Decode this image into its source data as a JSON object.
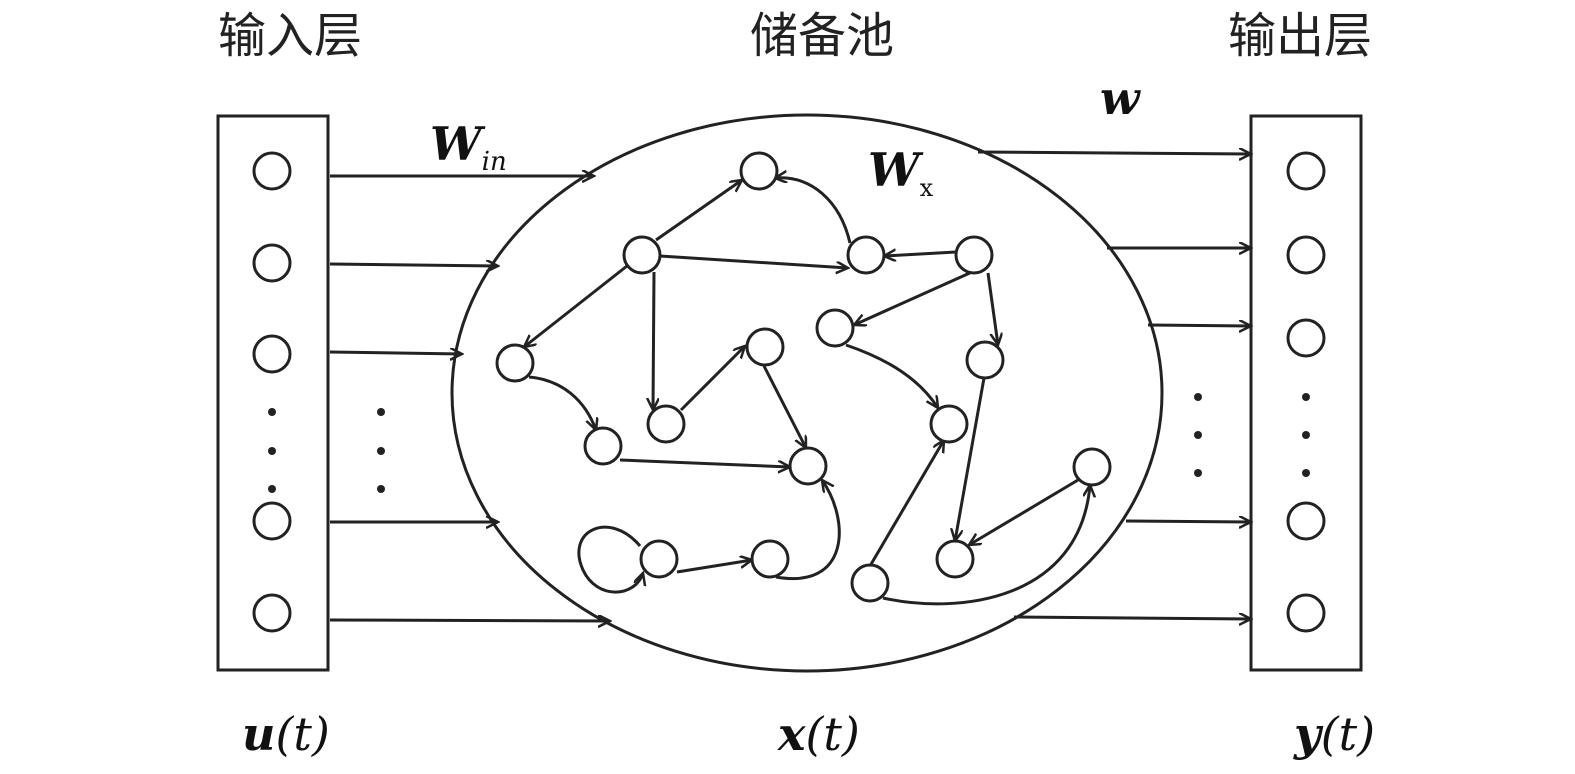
{
  "headers": {
    "input": "输入层",
    "reservoir": "储备池",
    "output": "输出层"
  },
  "weights": {
    "w_in": {
      "main": "W",
      "sub": "in"
    },
    "w_x": {
      "main": "W",
      "sub": "x"
    },
    "w_out": "w"
  },
  "signals": {
    "input": {
      "var": "u",
      "arg": "(t)"
    },
    "reservoir": {
      "var": "x",
      "arg": "(t)"
    },
    "output": {
      "var": "y",
      "arg": "(t)"
    }
  },
  "colors": {
    "stroke": "#222222",
    "background": "#ffffff"
  }
}
